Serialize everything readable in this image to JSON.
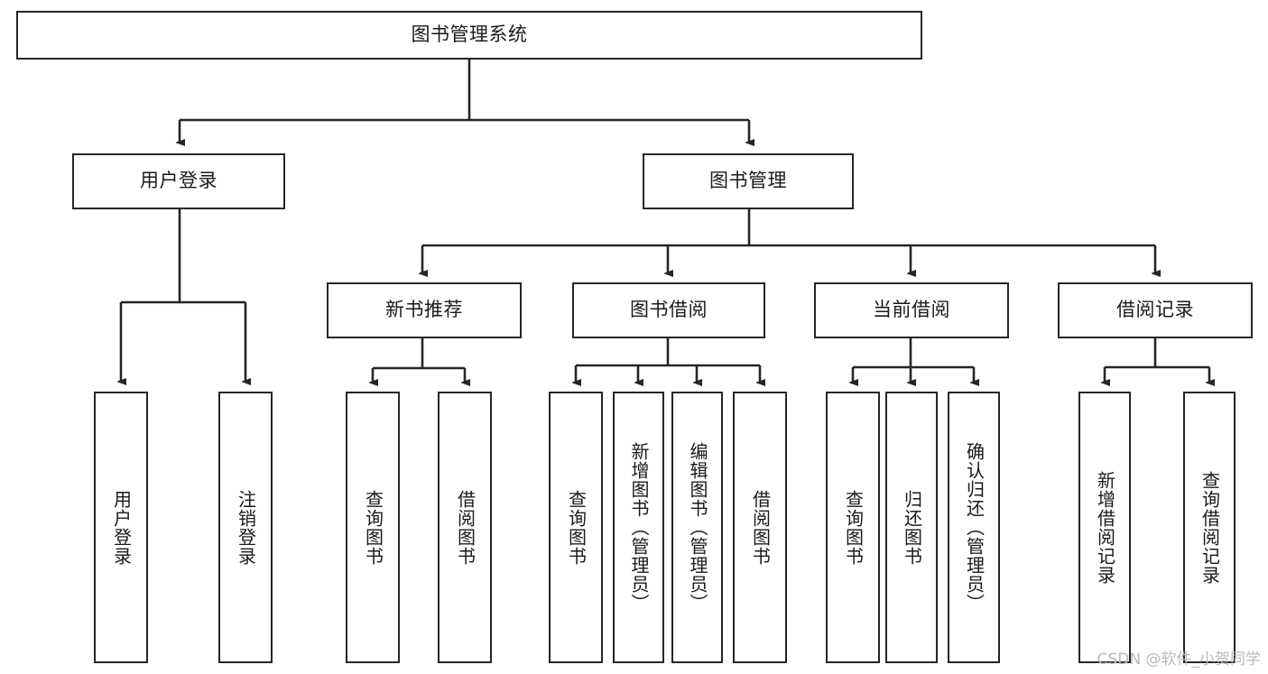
{
  "diagram": {
    "type": "hierarchy-tree",
    "title": "图书管理系统",
    "root": {
      "label": "图书管理系统"
    },
    "level2": [
      {
        "label": "用户登录"
      },
      {
        "label": "图书管理"
      }
    ],
    "level3": [
      {
        "label": "新书推荐"
      },
      {
        "label": "图书借阅"
      },
      {
        "label": "当前借阅"
      },
      {
        "label": "借阅记录"
      }
    ],
    "leaves": {
      "user_login": [
        {
          "label": "用户登录"
        },
        {
          "label": "注销登录"
        }
      ],
      "new_book_recommend": [
        {
          "label": "查询图书"
        },
        {
          "label": "借阅图书"
        }
      ],
      "book_borrow": [
        {
          "label": "查询图书"
        },
        {
          "label": "新增图书（管理员）"
        },
        {
          "label": "编辑图书（管理员）"
        },
        {
          "label": "借阅图书"
        }
      ],
      "current_borrow": [
        {
          "label": "查询图书"
        },
        {
          "label": "归还图书"
        },
        {
          "label": "确认归还（管理员）"
        }
      ],
      "borrow_record": [
        {
          "label": "新增借阅记录"
        },
        {
          "label": "查询借阅记录"
        }
      ]
    }
  },
  "watermark": {
    "text": "CSDN @软件_小贺同学"
  },
  "colors": {
    "stroke": "#262626",
    "background": "#ffffff",
    "text": "#1a1a1a",
    "watermark": "#b9b9b9"
  }
}
